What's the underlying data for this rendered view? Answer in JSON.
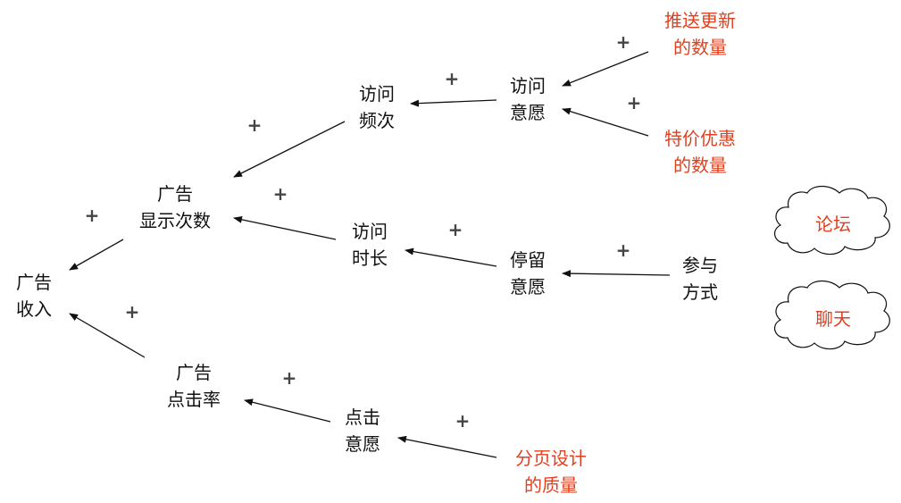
{
  "nodes": {
    "ad_revenue": {
      "lines": [
        "广告",
        "收入"
      ],
      "color": "#111111"
    },
    "ad_impressions": {
      "lines": [
        "广告",
        "显示次数"
      ],
      "color": "#111111"
    },
    "ad_ctr": {
      "lines": [
        "广告",
        "点击率"
      ],
      "color": "#111111"
    },
    "visit_frequency": {
      "lines": [
        "访问",
        "频次"
      ],
      "color": "#111111"
    },
    "visit_duration": {
      "lines": [
        "访问",
        "时长"
      ],
      "color": "#111111"
    },
    "click_willingness": {
      "lines": [
        "点击",
        "意愿"
      ],
      "color": "#111111"
    },
    "visit_willingness": {
      "lines": [
        "访问",
        "意愿"
      ],
      "color": "#111111"
    },
    "stay_willingness": {
      "lines": [
        "停留",
        "意愿"
      ],
      "color": "#111111"
    },
    "participation_mode": {
      "lines": [
        "参与",
        "方式"
      ],
      "color": "#111111"
    },
    "push_updates": {
      "lines": [
        "推送更新",
        "的数量"
      ],
      "color": "#e0401f"
    },
    "discounts": {
      "lines": [
        "特价优惠",
        "的数量"
      ],
      "color": "#e0401f"
    },
    "page_design": {
      "lines": [
        "分页设计",
        "的质量"
      ],
      "color": "#e0401f"
    }
  },
  "clouds": {
    "forum": {
      "label": "论坛",
      "color": "#e0401f"
    },
    "chat": {
      "label": "聊天",
      "color": "#e0401f"
    }
  },
  "edges": [
    {
      "from": "ad_impressions",
      "to": "ad_revenue",
      "sign": "+"
    },
    {
      "from": "ad_ctr",
      "to": "ad_revenue",
      "sign": "+"
    },
    {
      "from": "visit_frequency",
      "to": "ad_impressions",
      "sign": "+"
    },
    {
      "from": "visit_duration",
      "to": "ad_impressions",
      "sign": "+"
    },
    {
      "from": "visit_willingness",
      "to": "visit_frequency",
      "sign": "+"
    },
    {
      "from": "stay_willingness",
      "to": "visit_duration",
      "sign": "+"
    },
    {
      "from": "click_willingness",
      "to": "ad_ctr",
      "sign": "+"
    },
    {
      "from": "push_updates",
      "to": "visit_willingness",
      "sign": "+"
    },
    {
      "from": "discounts",
      "to": "visit_willingness",
      "sign": "+"
    },
    {
      "from": "participation_mode",
      "to": "stay_willingness",
      "sign": "+"
    },
    {
      "from": "page_design",
      "to": "click_willingness",
      "sign": "+"
    }
  ],
  "colors": {
    "text": "#111111",
    "accent": "#e0401f",
    "arrow": "#111111",
    "sign": "#444444"
  }
}
